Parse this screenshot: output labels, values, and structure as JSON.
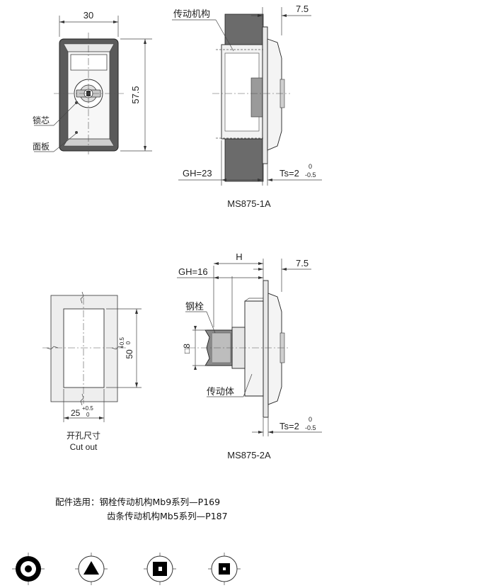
{
  "top_front": {
    "width_dim": "30",
    "height_dim": "57.5",
    "label_core": "锁芯",
    "label_panel": "面板"
  },
  "top_side": {
    "label_mechanism": "传动机构",
    "dim_right": "7.5",
    "gh": "GH=23",
    "ts": "Ts=2",
    "ts_upper": "0",
    "ts_lower": "-0.5",
    "caption": "MS875-1A"
  },
  "cutout": {
    "height_dim": "50",
    "height_tol_upper": "+0.5",
    "height_tol_lower": "0",
    "width_dim": "25",
    "width_tol_upper": "+0.5",
    "width_tol_lower": "0",
    "caption_cn": "开孔尺寸",
    "caption_en": "Cut out"
  },
  "bottom_side": {
    "gh": "GH=16",
    "h": "H",
    "dim_right": "7.5",
    "label_bolt": "钢栓",
    "square": "□8",
    "label_body": "传动体",
    "ts": "Ts=2",
    "ts_upper": "0",
    "ts_lower": "-0.5",
    "caption": "MS875-2A"
  },
  "accessories": {
    "line1": "配件选用：钢栓传动机构Mb9系列—P169",
    "line2": "齿条传动机构Mb5系列—P187"
  },
  "key_icons": [
    "round-key-icon",
    "triangle-key-icon",
    "square-key-icon",
    "small-square-key-icon"
  ]
}
